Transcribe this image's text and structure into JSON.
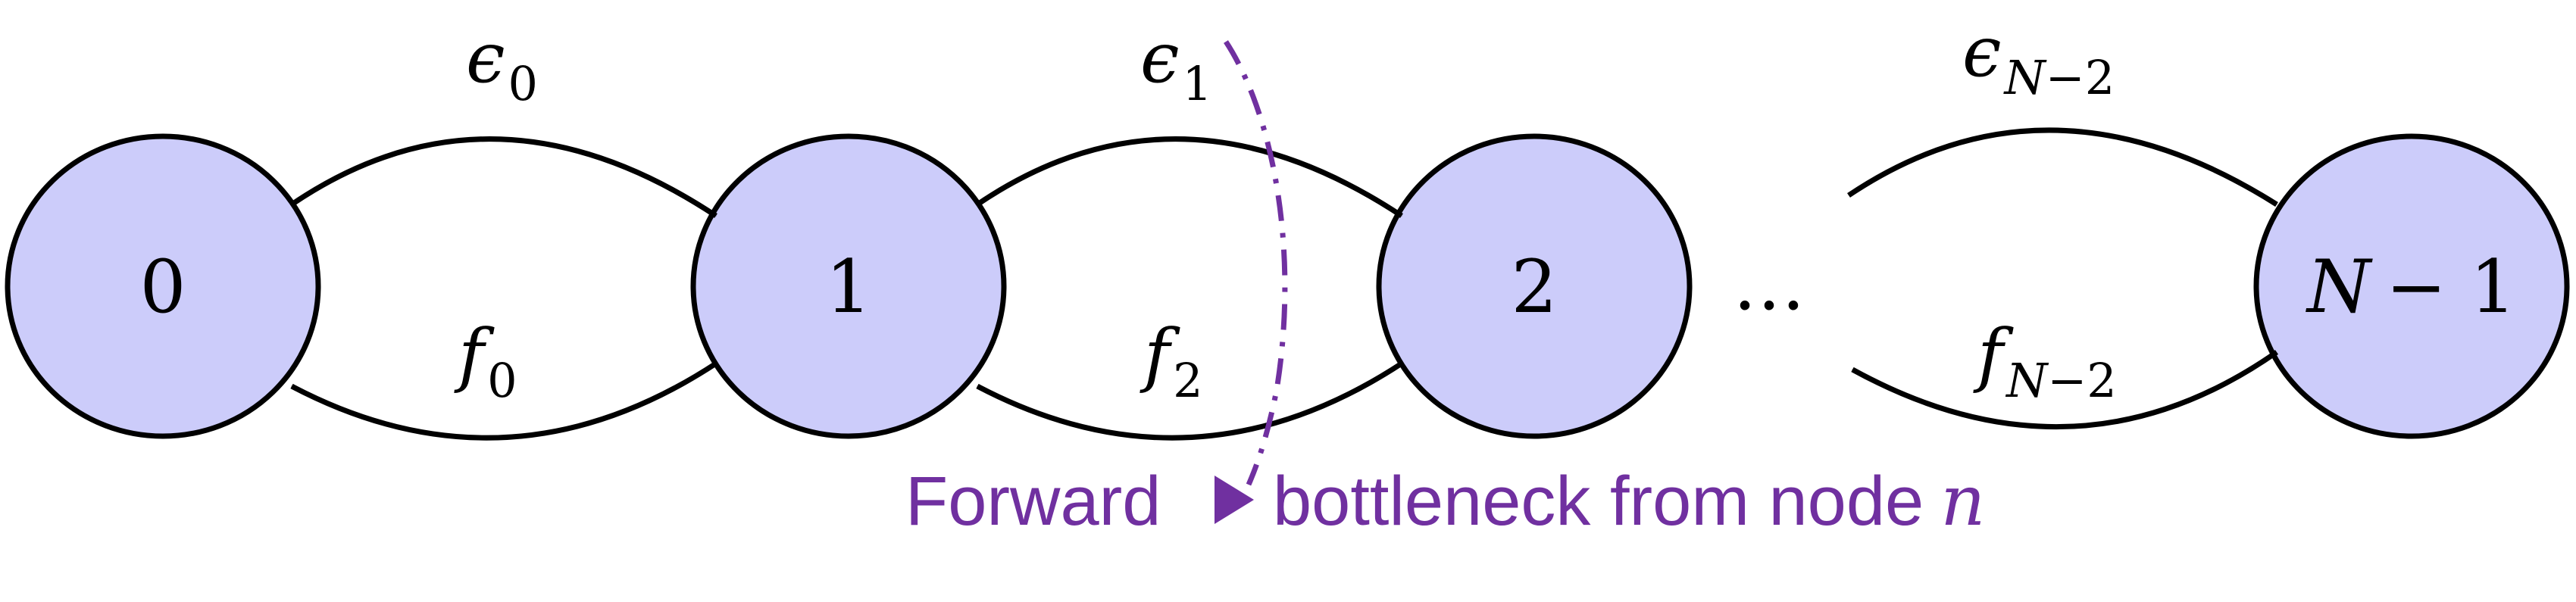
{
  "colors": {
    "node_fill": "#ccccfa",
    "stroke": "#000000",
    "accent": "#7030a0"
  },
  "nodes": [
    {
      "label": "0"
    },
    {
      "label": "1"
    },
    {
      "label": "2"
    },
    {
      "label_main": "N",
      "label_rest": "− 1"
    }
  ],
  "ellipsis": "…",
  "forward_edges": [
    {
      "symbol": "ϵ",
      "subscript": "0"
    },
    {
      "symbol": "ϵ",
      "subscript": "1"
    },
    {
      "symbol": "ϵ",
      "subscript_var": "N",
      "subscript_rest": "−2"
    }
  ],
  "backward_edges": [
    {
      "symbol": "f",
      "subscript": "0"
    },
    {
      "symbol": "f",
      "subscript": "2"
    },
    {
      "symbol": "f",
      "subscript_var": "N",
      "subscript_rest": "−2"
    }
  ],
  "annotation": {
    "text_before": "Forward",
    "text_after": "bottleneck from node",
    "variable": "n"
  }
}
